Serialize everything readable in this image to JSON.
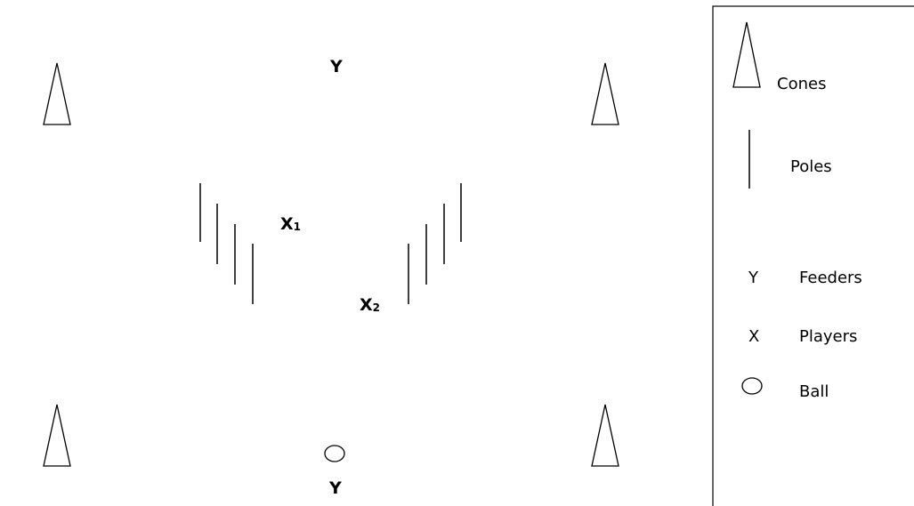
{
  "field": {
    "feeder_top": "Y",
    "feeder_bottom": "Y",
    "player_1": "X",
    "player_1_sub": "1",
    "player_2": "X",
    "player_2_sub": "2"
  },
  "legend": {
    "cones": "Cones",
    "poles": "Poles",
    "feeders_symbol": "Y",
    "feeders": "Feeders",
    "players_symbol": "X",
    "players": "Players",
    "ball": "Ball"
  },
  "icons": {
    "cone": "cone-icon",
    "pole": "pole-icon",
    "ball": "ball-icon"
  },
  "colors": {
    "stroke": "#000000",
    "background": "#ffffff"
  }
}
